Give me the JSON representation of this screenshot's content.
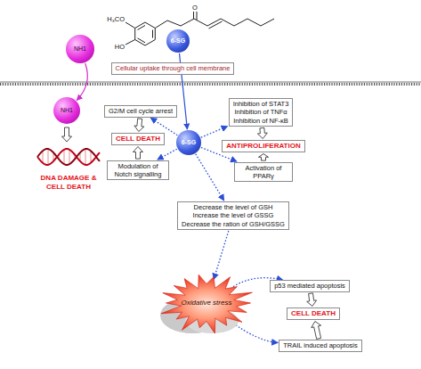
{
  "diagram": {
    "nodes": [
      {
        "text": [
          "NH1"
        ]
      },
      {
        "text": [
          "6-SG"
        ]
      },
      {
        "text": [
          "Cellular uptake through cell membrane"
        ]
      },
      {
        "text": [
          "NH1"
        ]
      },
      {
        "text": [
          "G2/M cell cycle arrest"
        ]
      },
      {
        "text": [
          "CELL DEATH"
        ]
      },
      {
        "text": [
          "Modulation of Notch signalling"
        ]
      },
      {
        "text": [
          "6-SG"
        ]
      },
      {
        "text": [
          "Inhibition of STAT3",
          "Inhibition of TNFα",
          "Inhibition of NF-κB"
        ]
      },
      {
        "text": [
          "ANTIPROLIFERATION"
        ]
      },
      {
        "text": [
          "Activation of PPARγ"
        ]
      },
      {
        "text": [
          "Decrease the level of GSH",
          "Increase the level of GSSG",
          "Decrease the ration of GSH/GSSG"
        ]
      },
      {
        "text": [
          "Oxidative stress"
        ]
      },
      {
        "text": [
          "p53 mediated apoptosis"
        ]
      },
      {
        "text": [
          "CELL DEATH"
        ]
      },
      {
        "text": [
          "TRAIL induced apoptosis"
        ]
      }
    ],
    "edges": [
      {
        "from": 0,
        "to": 3,
        "arrow": "to"
      },
      {
        "from": 1,
        "to": 7,
        "arrow": "to"
      },
      {
        "from": 7,
        "to": 4,
        "arrow": "to"
      },
      {
        "from": 4,
        "to": 5,
        "arrow": "to"
      },
      {
        "from": 6,
        "to": 5,
        "arrow": "to"
      },
      {
        "from": 7,
        "to": 6,
        "arrow": "to"
      },
      {
        "from": 7,
        "to": 8,
        "arrow": "to"
      },
      {
        "from": 8,
        "to": 9,
        "arrow": "to"
      },
      {
        "from": 10,
        "to": 9,
        "arrow": "to"
      },
      {
        "from": 7,
        "to": 10,
        "arrow": "to"
      },
      {
        "from": 7,
        "to": 11,
        "arrow": "to"
      },
      {
        "from": 11,
        "to": 12,
        "arrow": "to"
      },
      {
        "from": 12,
        "to": 13,
        "arrow": "to"
      },
      {
        "from": 12,
        "to": 15,
        "arrow": "to"
      },
      {
        "from": 13,
        "to": 14,
        "arrow": "to"
      },
      {
        "from": 15,
        "to": 14,
        "arrow": "to"
      }
    ],
    "labels": [
      "H₃CO",
      "HO",
      "O",
      "DNA DAMAGE & CELL DEATH"
    ]
  }
}
